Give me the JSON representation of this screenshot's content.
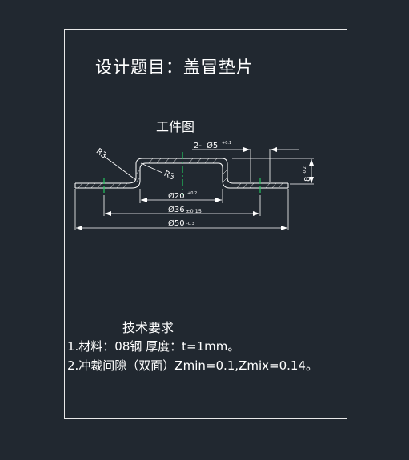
{
  "title": "设计题目：盖冒垫片",
  "drawing": {
    "label": "工件图",
    "dimensions": {
      "hole_count": "2-",
      "hole_dia": "Ø5",
      "hole_tol": "+0.1",
      "inner_dia": "Ø20",
      "inner_tol": "+0.2",
      "pitch_dia": "Ø36",
      "pitch_tol": "±0.15",
      "outer_dia": "Ø50",
      "outer_tol": "-0.3",
      "radius_outer": "R3",
      "radius_inner": "R3",
      "height": "8",
      "height_tol": "-0.2"
    }
  },
  "requirements": {
    "heading": "技术要求",
    "items": [
      "1.材料：08钢  厚度：t=1mm。",
      "2.冲裁间隙（双面）Zmin=0.1,Zmix=0.14。"
    ]
  },
  "colors": {
    "background": "#212830",
    "lines": "#ffffff",
    "centerlines": "#22c55e"
  }
}
